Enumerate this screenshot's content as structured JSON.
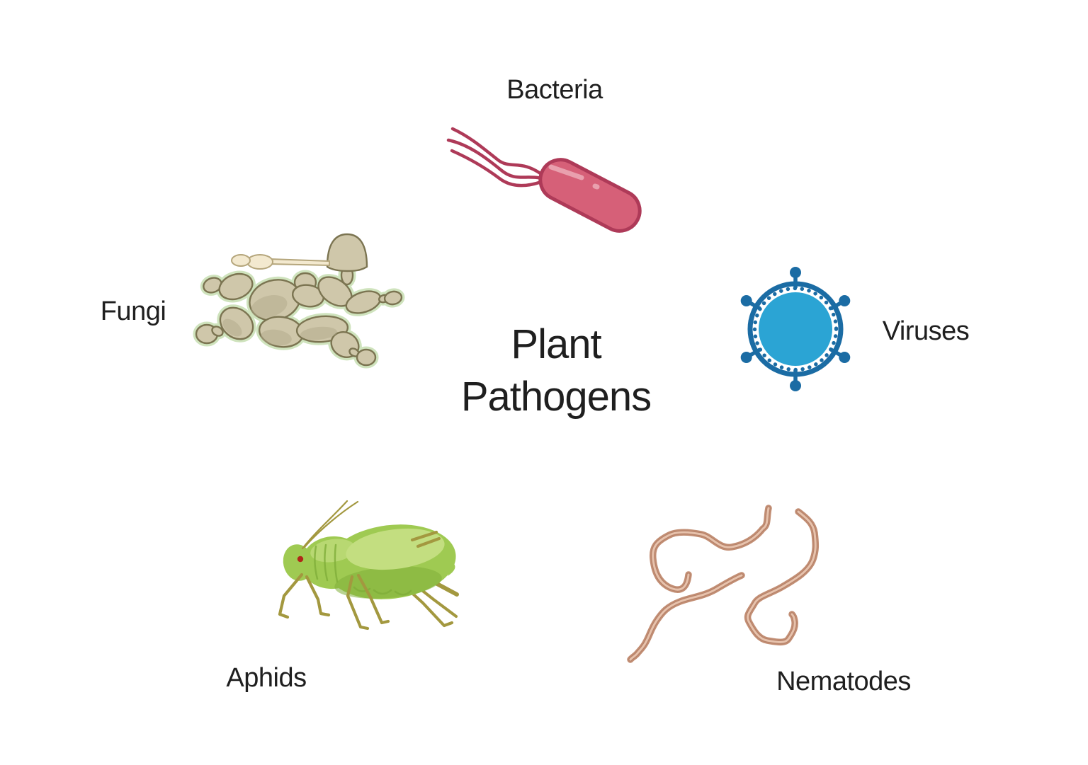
{
  "title": {
    "line1": "Plant",
    "line2": "Pathogens"
  },
  "labels": {
    "bacteria": "Bacteria",
    "fungi": "Fungi",
    "viruses": "Viruses",
    "aphids": "Aphids",
    "nematodes": "Nematodes"
  },
  "figures": {
    "bacteria": "rod-bacterium-with-flagella-icon",
    "fungi": "budding-yeast-cells-icon",
    "viruses": "spiked-virus-particle-icon",
    "aphids": "green-aphid-insect-icon",
    "nematodes": "three-curved-worms-icon"
  },
  "colors": {
    "background": "#ffffff",
    "text": "#1f1f1f",
    "bacteria_fill": "#d66078",
    "bacteria_outline": "#ae3a58",
    "bacteria_highlight": "#eba7b4",
    "virus_fill": "#2ba4d4",
    "virus_outline": "#1b6ca4",
    "fungi_fill": "#cfc7aa",
    "fungi_outline": "#7b7451",
    "fungi_glow": "#cfe3bd",
    "fungi_shade": "#b2aa8c",
    "fungi_stalk": "#f3e9cf",
    "fungi_stalk_outline": "#b5a67c",
    "aphid_body": "#9fca52",
    "aphid_highlight": "#c3de80",
    "aphid_shade": "#7fae39",
    "aphid_leg": "#a3983f",
    "aphid_eye": "#b02818",
    "nematode": "#c28e74",
    "nematode_dark": "#9f6a52",
    "nematode_highlight": "#ecc9b4"
  }
}
